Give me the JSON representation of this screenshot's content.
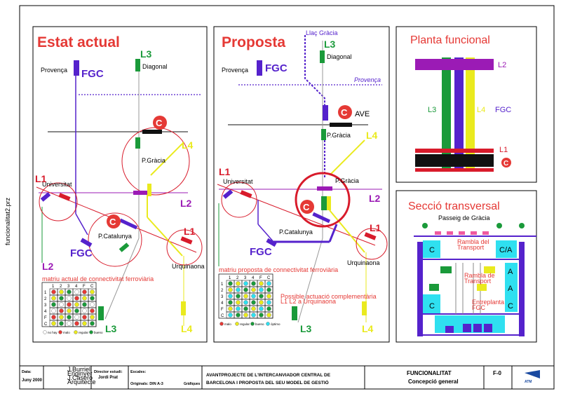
{
  "colors": {
    "red": "#e53935",
    "fgc": "#5522cc",
    "l1": "#d81b2b",
    "l2": "#9b1bb5",
    "l3": "#1a9a3a",
    "l4": "#eaea1e",
    "black": "#111111",
    "cyan": "#2fe0f0",
    "pink": "#f05aa0"
  },
  "side_label": "funcionalitat2.prz",
  "panel1": {
    "title": "Estat actual",
    "labels": {
      "l3": "L3",
      "diagonal": "Diagonal",
      "provenca": "Provença",
      "fgc": "FGC",
      "l4": "L4",
      "pgracia": "P.Gràcia",
      "l1": "L1",
      "universitat": "Universitat",
      "l2": "L2",
      "l1b": "L1",
      "pcatalunya": "P.Catalunya",
      "fgc2": "FGC",
      "urquinaona": "Urquinaona",
      "l2b": "L2",
      "l3b": "L3",
      "l4b": "L4",
      "c": "C"
    },
    "matrix_title": "matriu actual de connectivitat ferroviària",
    "matrix_header": [
      "1",
      "2",
      "3",
      "4",
      "F",
      "C"
    ],
    "matrix_rows": [
      "1",
      "2",
      "3",
      "4",
      "F",
      "C"
    ],
    "legend": [
      "no hay",
      "malo",
      "regular",
      "bueno"
    ]
  },
  "panel2": {
    "title": "Proposta",
    "labels": {
      "llac": "Llaç Gràcia",
      "l3": "L3",
      "diagonal": "Diagonal",
      "provenca": "Provença",
      "provenca2": "Provença",
      "fgc": "FGC",
      "ave": "AVE",
      "pgracia": "P.Gràcia",
      "l4": "L4",
      "pgracia2": "P.Gràcia",
      "l1": "L1",
      "universitat": "Universitat",
      "l2": "L2",
      "pcatalunya": "P.Catalunya",
      "l1b": "L1",
      "fgc2": "FGC",
      "urquinaona": "Urquinaona",
      "l3b": "L3",
      "l4b": "L4",
      "c": "C",
      "c2": "C"
    },
    "matrix_title": "matriu proposta de connectivitat ferroviària",
    "note1": "Possible actuació complementària",
    "note2": "L1 L2 a Urquinaona",
    "matrix_header": [
      "1",
      "2",
      "3",
      "4",
      "F",
      "C"
    ],
    "matrix_rows": [
      "1",
      "2",
      "3",
      "4",
      "F",
      "C"
    ],
    "legend": [
      "malo",
      "regular",
      "bueno",
      "óptimo"
    ]
  },
  "panel3": {
    "title": "Planta funcional",
    "l2": "L2",
    "l3": "L3",
    "l4": "L4",
    "fgc": "FGC",
    "l1": "L1",
    "c": "C"
  },
  "panel4": {
    "title": "Secció transversal",
    "street": "Passeig de Gràcia",
    "c_left": "C",
    "ca": "C/A",
    "a1": "A",
    "a2": "A",
    "a3": "C",
    "c_bottom": "C",
    "c_right": "C",
    "rambla1": "Rambla del",
    "rambla2": "Transport",
    "rambla3": "Rambla de",
    "rambla4": "Transport",
    "entre1": "Entreplanta",
    "entre2": "FGC"
  },
  "title_block": {
    "data_label": "Data:",
    "date": "Juny 2000",
    "credits": [
      "J.Burriel",
      "Enginyer",
      "J.Casero",
      "Arquitecte"
    ],
    "director_label": "Director estudi:",
    "director": "Jordi Prat",
    "scales_label": "Escales:",
    "originals": "Originals: DIN A-3",
    "grafiques": "Gràfiques",
    "project_line1": "AVANTPROJECTE DE L'INTERCANVIADOR CENTRAL DE",
    "project_line2": "BARCELONA I PROPOSTA DEL SEU MODEL DE GESTIÓ",
    "funcionalitat": "FUNCIONALITAT",
    "concepcio": "Concepció general",
    "sheet_no": "F-0",
    "logo": "ATM"
  }
}
